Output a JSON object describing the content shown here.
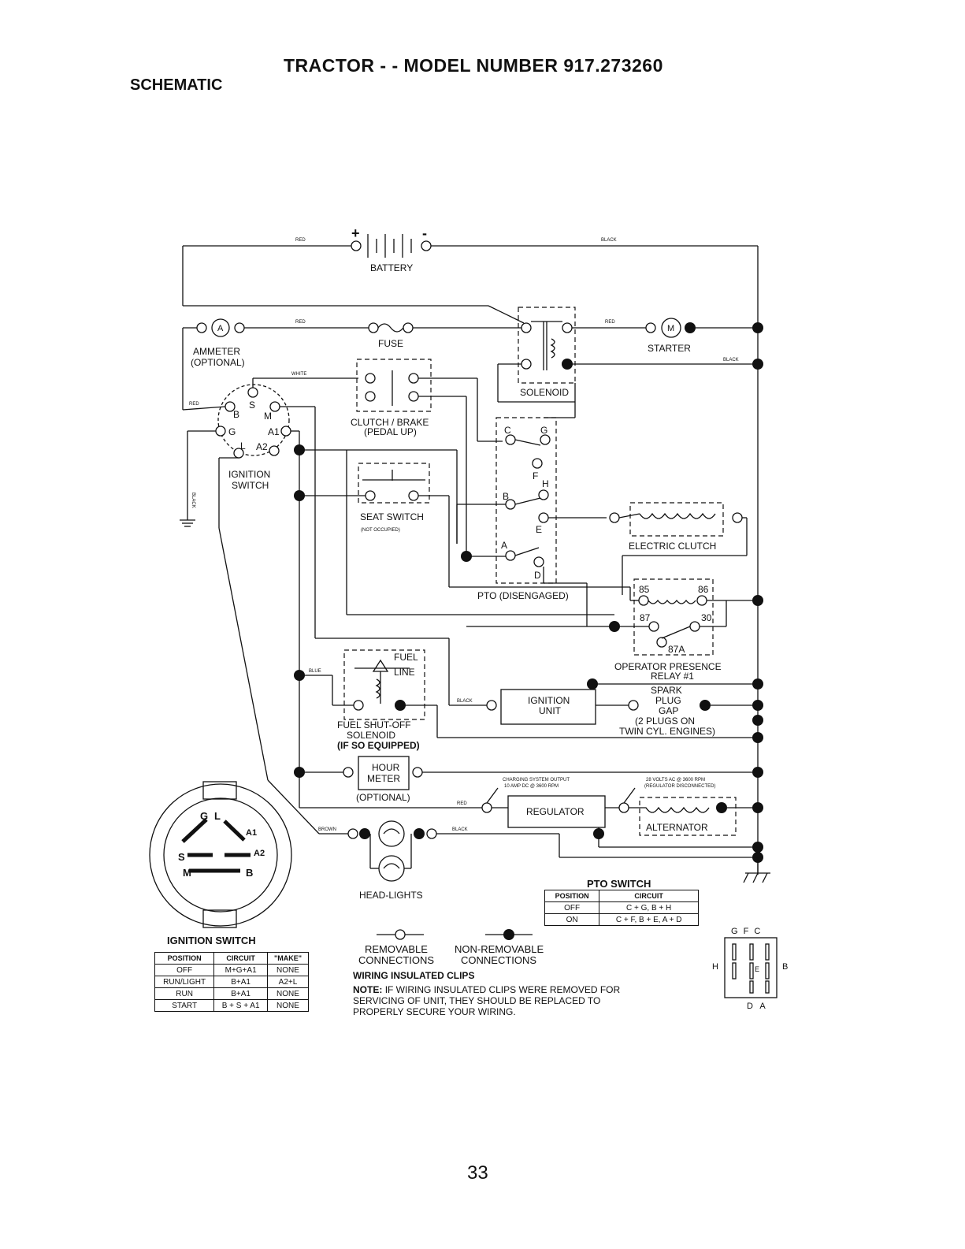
{
  "header": {
    "title": "TRACTOR - - MODEL NUMBER 917.273260",
    "subtitle": "SCHEMATIC"
  },
  "components": {
    "battery": "BATTERY",
    "ammeter": "AMMETER",
    "ammeter_opt": "(OPTIONAL)",
    "fuse": "FUSE",
    "starter": "STARTER",
    "solenoid": "SOLENOID",
    "clutch_brake": "CLUTCH / BRAKE",
    "clutch_brake_sub": "(PEDAL UP)",
    "ignition_switch": "IGNITION",
    "ignition_switch2": "SWITCH",
    "seat_switch": "SEAT SWITCH",
    "seat_switch_sub": "(NOT OCCUPIED)",
    "pto": "PTO (DISENGAGED)",
    "electric_clutch": "ELECTRIC CLUTCH",
    "relay": "OPERATOR PRESENCE",
    "relay2": "RELAY #1",
    "fuel_line": "FUEL",
    "fuel_line2": "LINE",
    "fuel_solenoid": "FUEL SHUT-OFF",
    "fuel_solenoid2": "SOLENOID",
    "fuel_solenoid3": "(IF SO EQUIPPED)",
    "ignition_unit": "IGNITION",
    "ignition_unit2": "UNIT",
    "spark_plug": "SPARK",
    "spark_plug2": "PLUG",
    "spark_plug3": "GAP",
    "spark_plug4": "(2 PLUGS ON",
    "spark_plug5": "TWIN CYL. ENGINES)",
    "hour_meter": "HOUR",
    "hour_meter2": "METER",
    "hour_meter_opt": "(OPTIONAL)",
    "regulator": "REGULATOR",
    "alternator": "ALTERNATOR",
    "headlights": "HEAD-LIGHTS",
    "charging_output": "CHARGING SYSTEM OUTPUT",
    "charging_output2": "10 AMP DC @ 3600 RPM",
    "alt_output": "28 VOLTS AC @ 3600 RPM",
    "alt_output2": "(REGULATOR DISCONNECTED)"
  },
  "wire_colors": {
    "red": "RED",
    "black": "BLACK",
    "white": "WHITE",
    "blue": "BLUE",
    "brown": "BROWN"
  },
  "terminal_letters": {
    "ign": [
      "B",
      "S",
      "M",
      "G",
      "A1",
      "L",
      "A2"
    ],
    "pto": [
      "C",
      "G",
      "F",
      "H",
      "B",
      "E",
      "A",
      "D"
    ],
    "relay": [
      "85",
      "86",
      "87",
      "30",
      "87A"
    ]
  },
  "ignition_switch_table": {
    "caption": "IGNITION SWITCH",
    "headers": [
      "POSITION",
      "CIRCUIT",
      "\"MAKE\""
    ],
    "rows": [
      [
        "OFF",
        "M+G+A1",
        "NONE"
      ],
      [
        "RUN/LIGHT",
        "B+A1",
        "A2+L"
      ],
      [
        "RUN",
        "B+A1",
        "NONE"
      ],
      [
        "START",
        "B + S + A1",
        "NONE"
      ]
    ]
  },
  "pto_switch_table": {
    "caption": "PTO SWITCH",
    "headers": [
      "POSITION",
      "CIRCUIT"
    ],
    "rows": [
      [
        "OFF",
        "C + G, B + H"
      ],
      [
        "ON",
        "C + F, B + E, A + D"
      ]
    ]
  },
  "legend": {
    "removable": "REMOVABLE",
    "removable2": "CONNECTIONS",
    "nonremovable": "NON-REMOVABLE",
    "nonremovable2": "CONNECTIONS",
    "clips_heading": "WIRING INSULATED CLIPS",
    "note_label": "NOTE:",
    "note_text1": "IF WIRING INSULATED CLIPS WERE REMOVED FOR",
    "note_text2": "SERVICING OF UNIT, THEY SHOULD BE REPLACED TO",
    "note_text3": "PROPERLY SECURE YOUR WIRING."
  },
  "pto_pinout": {
    "top": "G F C",
    "left": "H",
    "center": "E",
    "right": "B",
    "bottom": "D A"
  },
  "ign_face": {
    "g": "G",
    "l": "L",
    "a1": "A1",
    "a2": "A2",
    "s": "S",
    "m": "M",
    "b": "B"
  },
  "page_number": "33"
}
